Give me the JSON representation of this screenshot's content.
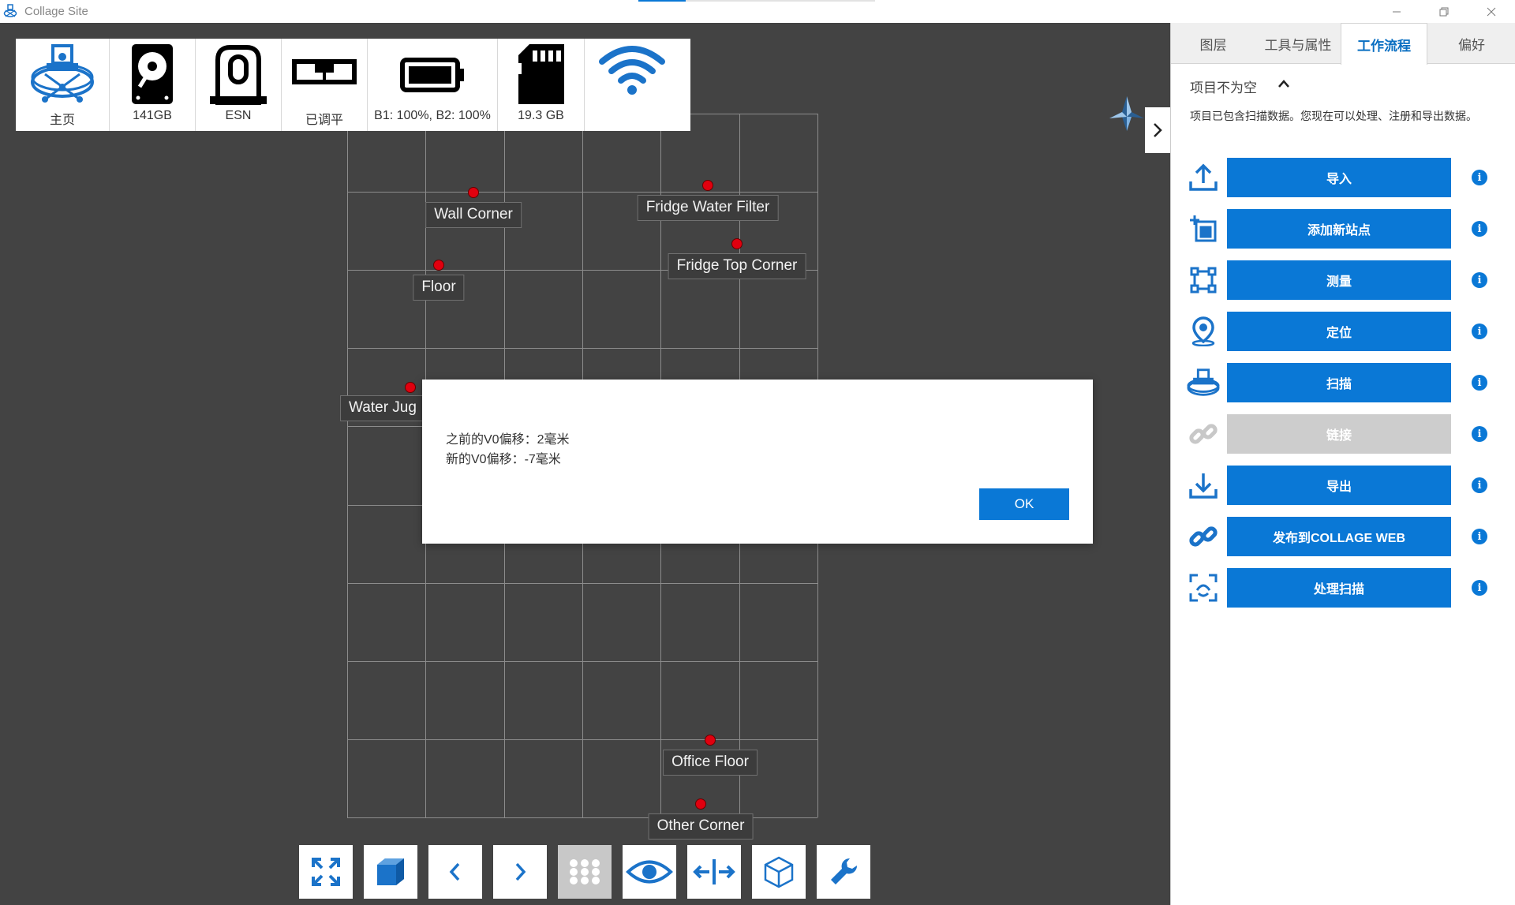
{
  "window": {
    "title": "Collage Site",
    "progress": 0.2,
    "buttons": [
      "minimize",
      "restore",
      "close"
    ]
  },
  "status_bar": {
    "items": [
      {
        "icon": "scanner-home-icon",
        "label": "主页"
      },
      {
        "icon": "hard-drive-icon",
        "label": "141GB"
      },
      {
        "icon": "esn-scanner-icon",
        "label": "ESN"
      },
      {
        "icon": "level-icon",
        "label": "已调平"
      },
      {
        "icon": "battery-icon",
        "label": "B1: 100%, B2: 100%"
      },
      {
        "icon": "sd-card-icon",
        "label": "19.3 GB"
      },
      {
        "icon": "wifi-icon",
        "label": ""
      }
    ]
  },
  "viewport": {
    "points": [
      {
        "label": "Wall Corner"
      },
      {
        "label": "Fridge Water Filter"
      },
      {
        "label": "Fridge Top Corner"
      },
      {
        "label": "Floor"
      },
      {
        "label": "Water Jug"
      },
      {
        "label": "Office Floor"
      },
      {
        "label": "Other Corner"
      }
    ],
    "point_color": "#e0000f"
  },
  "dialog": {
    "line1": "之前的V0偏移：2毫米",
    "line2": "新的V0偏移：-7毫米",
    "ok_label": "OK"
  },
  "toolbar": {
    "tools": [
      {
        "icon": "fit-view-icon"
      },
      {
        "icon": "solid-cube-icon"
      },
      {
        "icon": "chevron-left-icon"
      },
      {
        "icon": "chevron-right-icon"
      },
      {
        "icon": "grid-dots-icon",
        "active": true
      },
      {
        "icon": "eye-icon"
      },
      {
        "icon": "split-icon"
      },
      {
        "icon": "wireframe-cube-icon"
      },
      {
        "icon": "wrench-icon"
      }
    ]
  },
  "panel": {
    "tabs": [
      {
        "label": "图层"
      },
      {
        "label": "工具与属性"
      },
      {
        "label": "工作流程",
        "active": true
      },
      {
        "label": "偏好"
      }
    ],
    "section_title": "项目不为空",
    "section_desc": "项目已包含扫描数据。您现在可以处理、注册和导出数据。",
    "workflow": [
      {
        "icon": "upload-icon",
        "label": "导入"
      },
      {
        "icon": "add-station-icon",
        "label": "添加新站点"
      },
      {
        "icon": "measure-icon",
        "label": "测量"
      },
      {
        "icon": "locate-icon",
        "label": "定位"
      },
      {
        "icon": "scan-icon",
        "label": "扫描"
      },
      {
        "icon": "link-icon",
        "label": "链接",
        "disabled": true
      },
      {
        "icon": "download-icon",
        "label": "导出"
      },
      {
        "icon": "publish-link-icon",
        "label": "发布到COLLAGE WEB"
      },
      {
        "icon": "process-scan-icon",
        "label": "处理扫描"
      }
    ],
    "accent": "#0a78d6"
  }
}
